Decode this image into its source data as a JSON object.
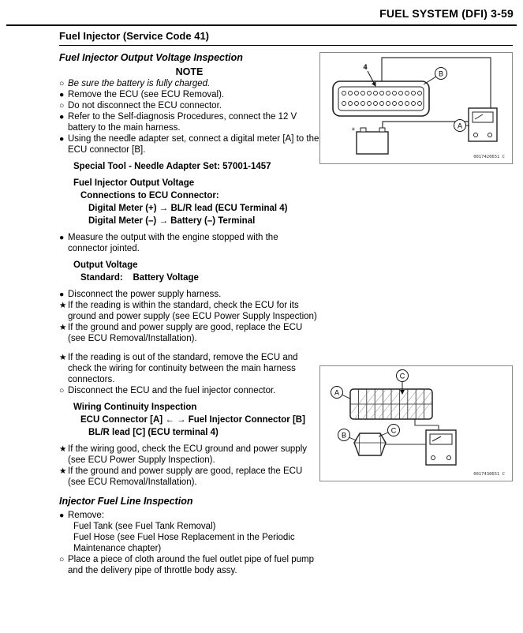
{
  "header": {
    "title": "FUEL SYSTEM (DFI) 3-59"
  },
  "section": {
    "title": "Fuel Injector (Service Code 41)"
  },
  "voltage": {
    "title": "Fuel Injector Output Voltage Inspection",
    "note_heading": "NOTE",
    "note": {
      "bullet": "○",
      "text": "Be sure the battery is fully charged."
    },
    "steps1": [
      {
        "bullet": "●",
        "text": "Remove the ECU (see ECU Removal)."
      },
      {
        "bullet": "○",
        "text": "Do not disconnect the ECU connector."
      },
      {
        "bullet": "●",
        "text": "Refer to the Self-diagnosis Procedures, connect the 12 V battery to the main harness."
      },
      {
        "bullet": "●",
        "text": "Using the needle adapter set, connect a digital meter [A] to the ECU connector [B]."
      }
    ],
    "special_tool": "Special Tool -  Needle Adapter Set: 57001-1457",
    "spec": {
      "line1": "Fuel Injector Output Voltage",
      "line2": "Connections to ECU Connector:",
      "line3": "Digital Meter (+) → BL/R lead (ECU Terminal 4)",
      "line4": "Digital Meter (–) → Battery (–) Terminal"
    },
    "measure": {
      "bullet": "●",
      "text": "Measure the output with the engine stopped with the connector jointed."
    },
    "output": {
      "line1": "Output Voltage",
      "line2": "Standard:    Battery Voltage"
    },
    "steps2": [
      {
        "bullet": "●",
        "text": "Disconnect the power supply harness."
      },
      {
        "bullet": "★",
        "text": "If the reading is within the standard, check the ECU for its ground and power supply (see ECU Power Supply Inspection)"
      },
      {
        "bullet": "★",
        "text": "If the ground and power supply are good, replace the ECU (see ECU Removal/Installation)."
      }
    ],
    "steps3": [
      {
        "bullet": "★",
        "text": "If the reading is out of the standard, remove the ECU and check the wiring for continuity between the main harness connectors."
      },
      {
        "bullet": "○",
        "text": "Disconnect the ECU and the fuel injector connector."
      }
    ],
    "wiring": {
      "line1": "Wiring Continuity Inspection",
      "line2": "ECU Connector [A] ← → Fuel Injector Connector [B]",
      "line3": "BL/R lead [C] (ECU terminal 4)"
    },
    "steps4": [
      {
        "bullet": "★",
        "text": "If the wiring good, check the ECU ground and power supply (see ECU Power Supply Inspection)."
      },
      {
        "bullet": "★",
        "text": "If the ground and power supply are good, replace the ECU (see ECU Removal/Installation)."
      }
    ]
  },
  "fuel_line": {
    "title": "Injector Fuel Line Inspection",
    "remove": {
      "bullet": "●",
      "text": "Remove:"
    },
    "items": [
      "Fuel Tank (see Fuel Tank Removal)",
      "Fuel Hose (see Fuel Hose Replacement in the Periodic Maintenance chapter)"
    ],
    "cloth": {
      "bullet": "○",
      "text": "Place a piece of cloth around the fuel outlet pipe of fuel pump and the delivery pipe of throttle body assy."
    }
  },
  "figures": {
    "fig1": {
      "pin_label": "4",
      "connector_label": "B",
      "meter_label": "A",
      "plus_label": "+",
      "code": "0017420651 C"
    },
    "fig2": {
      "ecu_label": "A",
      "terminal_label_top": "C",
      "injector_label": "B",
      "lead_label": "C",
      "code": "0017430651 C"
    }
  }
}
